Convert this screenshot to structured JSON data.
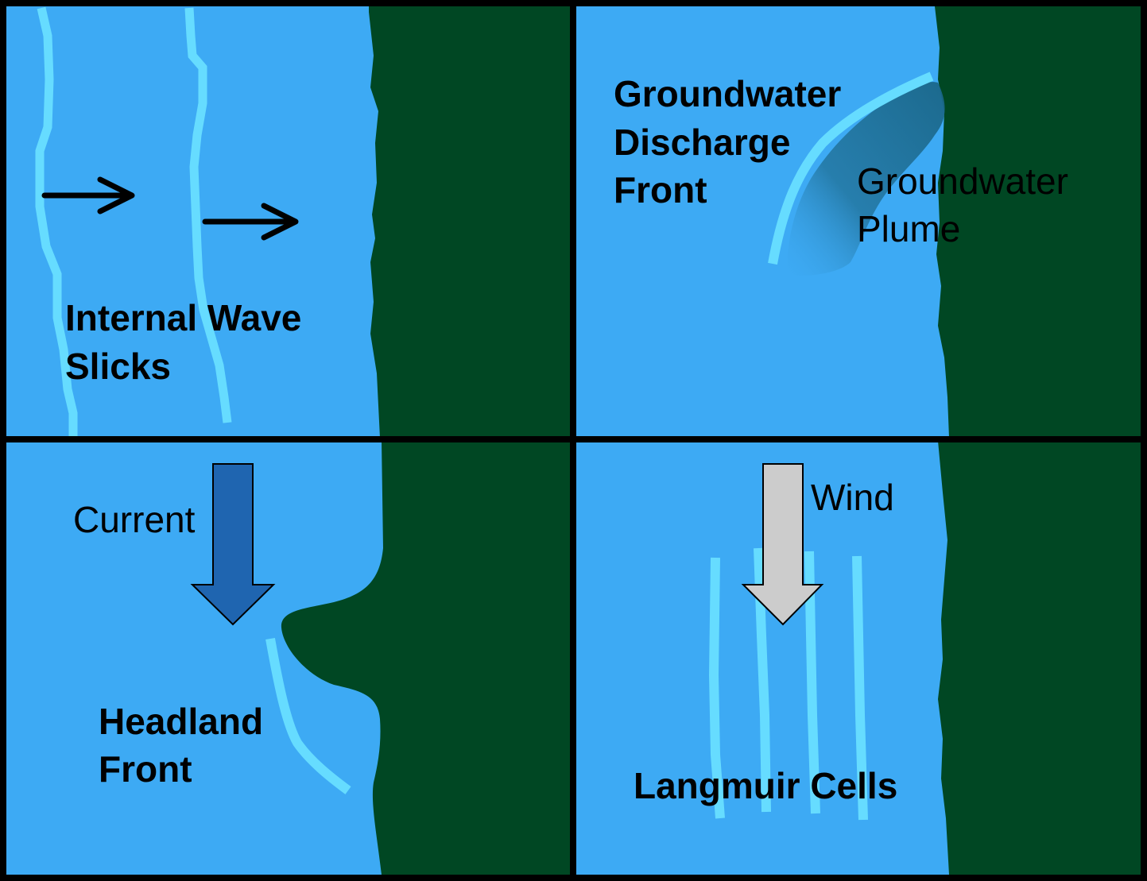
{
  "colors": {
    "water": "#3daaf4",
    "land": "#004723",
    "slick": "#66dcff",
    "border": "#000000",
    "current_arrow": "#1f65b0",
    "wind_arrow": "#cccccc",
    "plume": "#1a6688"
  },
  "panels": [
    {
      "id": "top-left",
      "labels": [
        "Internal Wave",
        "Slicks"
      ],
      "icons": [
        "propagation-arrow-icon",
        "propagation-arrow-icon"
      ]
    },
    {
      "id": "top-right",
      "labels": [
        "Groundwater",
        "Discharge",
        "Front"
      ],
      "secondary_labels": [
        "Groundwater",
        "Plume"
      ]
    },
    {
      "id": "bottom-left",
      "arrow_label": "Current",
      "labels": [
        "Headland",
        "Front"
      ]
    },
    {
      "id": "bottom-right",
      "arrow_label": "Wind",
      "labels": [
        "Langmuir Cells"
      ]
    }
  ]
}
